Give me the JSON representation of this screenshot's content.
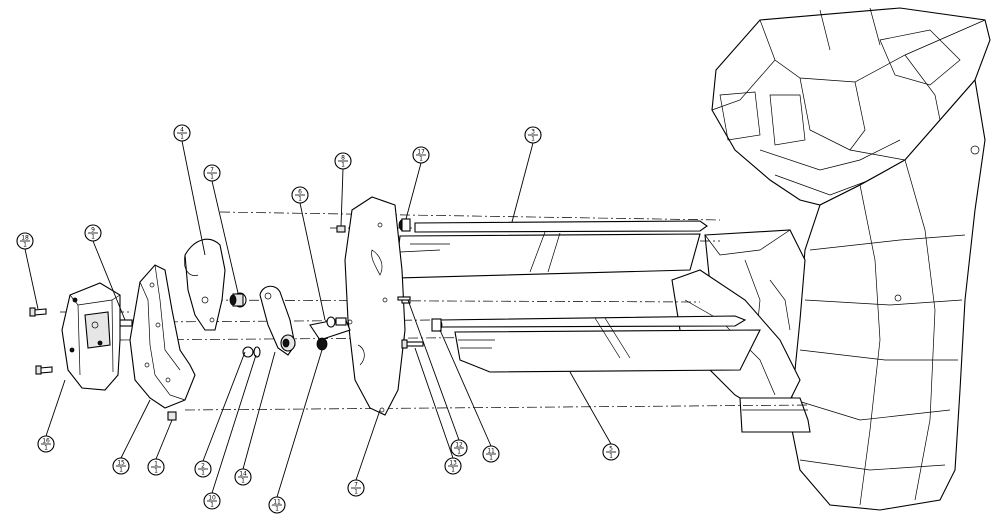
{
  "callouts": [
    {
      "id": "b18",
      "num": "18",
      "qty": "1"
    },
    {
      "id": "b9",
      "num": "9",
      "qty": "1"
    },
    {
      "id": "b4",
      "num": "4",
      "qty": "1"
    },
    {
      "id": "b7",
      "num": "7",
      "qty": "1"
    },
    {
      "id": "b6",
      "num": "6",
      "qty": "1"
    },
    {
      "id": "b8",
      "num": "8",
      "qty": "1"
    },
    {
      "id": "b17",
      "num": "17",
      "qty": "1"
    },
    {
      "id": "b3",
      "num": "3",
      "qty": "1"
    },
    {
      "id": "b16",
      "num": "16",
      "qty": "1"
    },
    {
      "id": "b15",
      "num": "15",
      "qty": "1"
    },
    {
      "id": "b1",
      "num": "1",
      "qty": "1"
    },
    {
      "id": "b2",
      "num": "2",
      "qty": "1"
    },
    {
      "id": "b10",
      "num": "10",
      "qty": "1"
    },
    {
      "id": "b14",
      "num": "14",
      "qty": "1"
    },
    {
      "id": "b11",
      "num": "11",
      "qty": "1"
    },
    {
      "id": "b7b",
      "num": "7",
      "qty": "1"
    },
    {
      "id": "b12",
      "num": "12",
      "qty": "1"
    },
    {
      "id": "b13",
      "num": "13",
      "qty": "1"
    },
    {
      "id": "b11b",
      "num": "11",
      "qty": "1"
    },
    {
      "id": "b5",
      "num": "5",
      "qty": "1"
    }
  ]
}
